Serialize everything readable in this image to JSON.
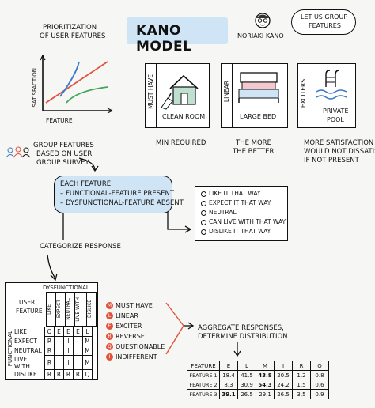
{
  "title": "KANO MODEL",
  "author": "NORIAKI KANO",
  "speech": [
    "LET US GROUP",
    "FEATURES"
  ],
  "prioritization": [
    "PRIORITIZATION",
    "OF USER FEATURES"
  ],
  "graph": {
    "ylabel": "SATISFACTION",
    "xlabel": "FEATURE"
  },
  "categories": [
    {
      "vlabel": "MUST HAVE",
      "caption": "CLEAN ROOM",
      "desc": [
        "MIN REQUIRED"
      ]
    },
    {
      "vlabel": "LINEAR",
      "caption": "LARGE BED",
      "desc": [
        "THE MORE",
        "THE BETTER"
      ]
    },
    {
      "vlabel": "EXCITERS",
      "caption": [
        "PRIVATE",
        "POOL"
      ],
      "desc": [
        "MORE SATISFACTION",
        "WOULD NOT DISSATISFY",
        "IF NOT PRESENT"
      ]
    }
  ],
  "group": [
    "GROUP FEATURES",
    "BASED ON USER",
    "GROUP SURVEY"
  ],
  "each_feature": [
    "EACH FEATURE",
    "– FUNCTIONAL-FEATURE PRESENT",
    "– DYSFUNCTIONAL-FEATURE ABSENT"
  ],
  "options": [
    "LIKE IT THAT WAY",
    "EXPECT IT THAT WAY",
    "NEUTRAL",
    "CAN LIVE WITH THAT WAY",
    "DISLIKE IT THAT WAY"
  ],
  "categorize": "CATEGORIZE RESPONSE",
  "matrix": {
    "dysfunctional": "DYSFUNCTIONAL",
    "functional": "FUNCTIONAL",
    "user_feature": [
      "USER",
      "FEATURE"
    ],
    "cols": [
      "LIKE",
      "EXPECT",
      "NEUTRAL",
      "LIVE WITH",
      "DISLIKE"
    ],
    "rows": [
      {
        "label": "LIKE",
        "cells": [
          "Q",
          "E",
          "E",
          "E",
          "L"
        ]
      },
      {
        "label": "EXPECT",
        "cells": [
          "R",
          "I",
          "I",
          "I",
          "M"
        ]
      },
      {
        "label": "NEUTRAL",
        "cells": [
          "R",
          "I",
          "I",
          "I",
          "M"
        ]
      },
      {
        "label": "LIVE WITH",
        "cells": [
          "R",
          "I",
          "I",
          "I",
          "M"
        ]
      },
      {
        "label": "DISLIKE",
        "cells": [
          "R",
          "R",
          "R",
          "R",
          "Q"
        ]
      }
    ]
  },
  "legend": [
    {
      "letter": "M",
      "label": "MUST HAVE",
      "color": "#e2533b"
    },
    {
      "letter": "L",
      "label": "LINEAR",
      "color": "#e2533b"
    },
    {
      "letter": "E",
      "label": "EXCITER",
      "color": "#e2533b"
    },
    {
      "letter": "R",
      "label": "REVERSE",
      "color": "#e2533b"
    },
    {
      "letter": "Q",
      "label": "QUESTIONABLE",
      "color": "#e2533b"
    },
    {
      "letter": "I",
      "label": "INDIFFERENT",
      "color": "#e2533b"
    }
  ],
  "aggregate": [
    "AGGREGATE RESPONSES,",
    "DETERMINE DISTRIBUTION"
  ],
  "summary": {
    "header": [
      "FEATURE",
      "E",
      "L",
      "M",
      "I",
      "R",
      "Q"
    ],
    "rows": [
      [
        "FEATURE 1",
        "18.4",
        "41.5",
        "43.8",
        "20.5",
        "1.2",
        "0.8"
      ],
      [
        "FEATURE 2",
        "8.3",
        "30.9",
        "54.3",
        "24.2",
        "1.5",
        "0.6"
      ],
      [
        "FEATURE 3",
        "39.1",
        "26.5",
        "29.1",
        "26.5",
        "3.5",
        "0.9"
      ]
    ]
  }
}
